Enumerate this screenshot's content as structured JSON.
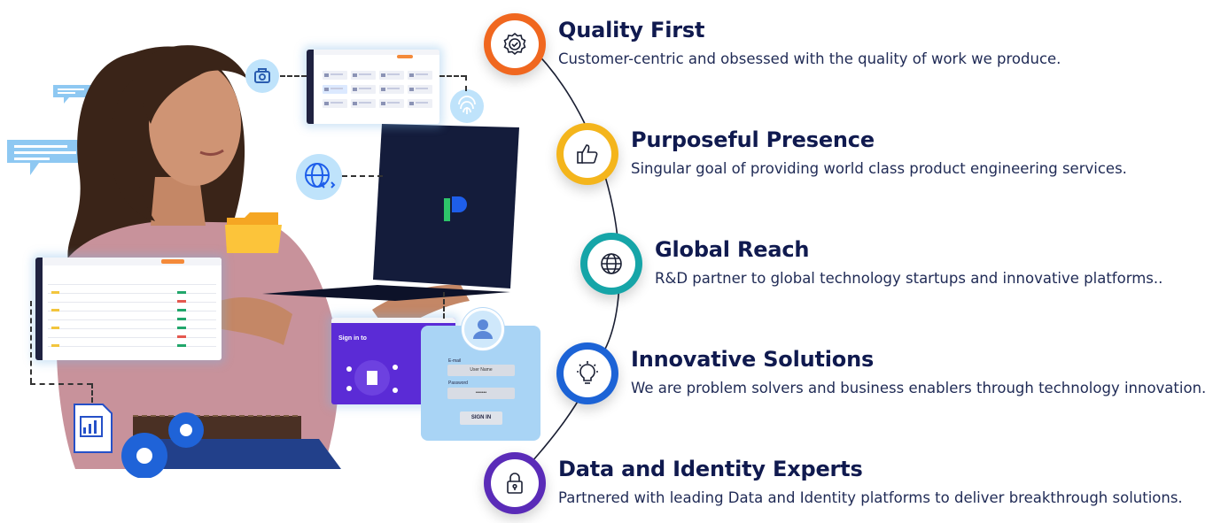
{
  "illustration": {
    "login_card": {
      "heading": "Sign in to",
      "email_label": "E-mail",
      "email_value": "User Name",
      "password_label": "Password",
      "password_value": "•••••••",
      "button_label": "SIGN IN"
    },
    "laptop_logo_colors": [
      "#1e5eea",
      "#2ec46a"
    ]
  },
  "items": [
    {
      "title": "Quality First",
      "description": "Customer-centric and obsessed with the quality of work we produce.",
      "icon": "quality-badge-icon",
      "color": "#f0671f"
    },
    {
      "title": "Purposeful Presence",
      "description": "Singular goal of providing world class product engineering services.",
      "icon": "thumbs-up-icon",
      "color": "#f4b51c"
    },
    {
      "title": "Global Reach",
      "description": "R&D partner to global technology startups and innovative platforms..",
      "icon": "globe-icon",
      "color": "#16a5a8"
    },
    {
      "title": "Innovative Solutions",
      "description": "We are problem solvers and business enablers through technology innovation.",
      "icon": "lightbulb-icon",
      "color": "#1c63d6"
    },
    {
      "title": "Data and Identity Experts",
      "description": "Partnered with leading Data and Identity platforms to deliver breakthrough solutions.",
      "icon": "lock-icon",
      "color": "#5a2bb8"
    }
  ]
}
